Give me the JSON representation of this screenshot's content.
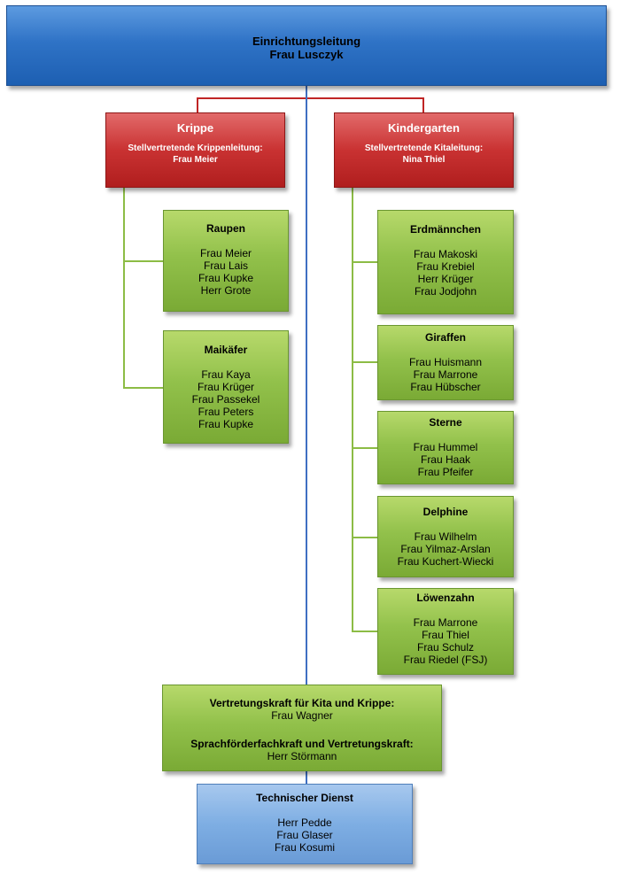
{
  "top": {
    "title": "Einrichtungsleitung",
    "name": "Frau Lusczyk"
  },
  "krippe": {
    "title": "Krippe",
    "subtitle": "Stellvertretende Krippenleitung:",
    "name": "Frau Meier",
    "groups": [
      {
        "title": "Raupen",
        "members": [
          "Frau Meier",
          "Frau Lais",
          "Frau Kupke",
          "Herr Grote"
        ]
      },
      {
        "title": "Maikäfer",
        "members": [
          "Frau Kaya",
          "Frau Krüger",
          "Frau Passekel",
          "Frau Peters",
          "Frau Kupke"
        ]
      }
    ]
  },
  "kindergarten": {
    "title": "Kindergarten",
    "subtitle": "Stellvertretende Kitaleitung:",
    "name": "Nina Thiel",
    "groups": [
      {
        "title": "Erdmännchen",
        "members": [
          "Frau Makoski",
          "Frau Krebiel",
          "Herr Krüger",
          "Frau Jodjohn"
        ]
      },
      {
        "title": "Giraffen",
        "members": [
          "Frau Huismann",
          "Frau Marrone",
          "Frau Hübscher"
        ]
      },
      {
        "title": "Sterne",
        "members": [
          "Frau Hummel",
          "Frau Haak",
          "Frau Pfeifer"
        ]
      },
      {
        "title": "Delphine",
        "members": [
          "Frau Wilhelm",
          "Frau Yilmaz-Arslan",
          "Frau Kuchert-Wiecki"
        ]
      },
      {
        "title": "Löwenzahn",
        "members": [
          "Frau Marrone",
          "Frau Thiel",
          "Frau Schulz",
          "Frau Riedel (FSJ)"
        ]
      }
    ]
  },
  "vertretung": {
    "title1": "Vertretungskraft für Kita und Krippe:",
    "name1": "Frau Wagner",
    "title2": "Sprachförderfachkraft und Vertretungskraft:",
    "name2": "Herr Störmann"
  },
  "technik": {
    "title": "Technischer Dienst",
    "members": [
      "Herr Pedde",
      "Frau Glaser",
      "Frau Kosumi"
    ]
  }
}
